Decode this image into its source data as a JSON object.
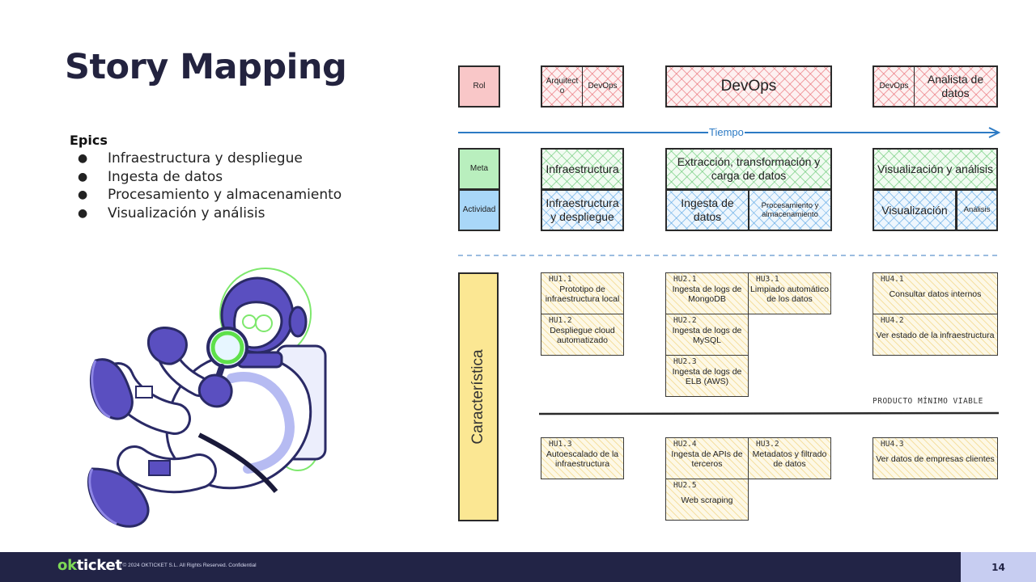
{
  "slide": {
    "title": "Story Mapping",
    "page_number": "14"
  },
  "epics": {
    "heading": "Epics",
    "bullet": "●",
    "items": [
      "Infraestructura y despliegue",
      "Ingesta de datos",
      "Procesamiento y almacenamiento",
      "Visualización y análisis"
    ]
  },
  "map": {
    "rows": {
      "rol": "Rol",
      "meta": "Meta",
      "actividad": "Actividad",
      "caracteristica": "Característica"
    },
    "roles": {
      "arquitecto": "Arquitect o",
      "devops_1": "DevOps",
      "devops_2": "DevOps",
      "devops_3": "DevOps",
      "analista": "Analista de datos"
    },
    "timeline": "Tiempo",
    "metas": {
      "infra": "Infraestructura",
      "etl": "Extracción, transformación y carga de datos",
      "vis": "Visualización y análisis"
    },
    "actividades": {
      "infra": "Infraestructura y despliegue",
      "ingesta": "Ingesta de datos",
      "procesamiento": "Procesamiento y almacenamiento",
      "visualizacion": "Visualización",
      "analisis": "Análisis"
    },
    "mvp_label": "PRODUCTO MÍNIMO VIABLE",
    "stories": {
      "hu11": {
        "code": "HU1.1",
        "text": "Prototipo de infraestructura local"
      },
      "hu12": {
        "code": "HU1.2",
        "text": "Despliegue cloud automatizado"
      },
      "hu13": {
        "code": "HU1.3",
        "text": "Autoescalado de la infraestructura"
      },
      "hu21": {
        "code": "HU2.1",
        "text": "Ingesta de logs de MongoDB"
      },
      "hu22": {
        "code": "HU2.2",
        "text": "Ingesta de logs de MySQL"
      },
      "hu23": {
        "code": "HU2.3",
        "text": "Ingesta de logs de ELB (AWS)"
      },
      "hu24": {
        "code": "HU2.4",
        "text": "Ingesta de APIs de terceros"
      },
      "hu25": {
        "code": "HU2.5",
        "text": "Web scraping"
      },
      "hu31": {
        "code": "HU3.1",
        "text": "Limpiado automático de los datos"
      },
      "hu32": {
        "code": "HU3.2",
        "text": "Metadatos y filtrado de datos"
      },
      "hu41": {
        "code": "HU4.1",
        "text": "Consultar datos internos"
      },
      "hu42": {
        "code": "HU4.2",
        "text": "Ver estado de la infraestructura"
      },
      "hu43": {
        "code": "HU4.3",
        "text": "Ver datos de empresas clientes"
      }
    }
  },
  "footer": {
    "brand_ok": "ok",
    "brand_rest": "ticket",
    "copyright": "| © 2024 OKTICKET S.L. All Rights Reserved. Confidential"
  },
  "colors": {
    "title": "#23233f",
    "footer_bg": "#222446",
    "footer_page_bg": "#c7cdf1",
    "timeline": "#2c7ac4",
    "rol": "#f9c7c8",
    "meta": "#b9efbe",
    "actividad": "#a9d7f8",
    "caracteristica": "#fbe793"
  }
}
